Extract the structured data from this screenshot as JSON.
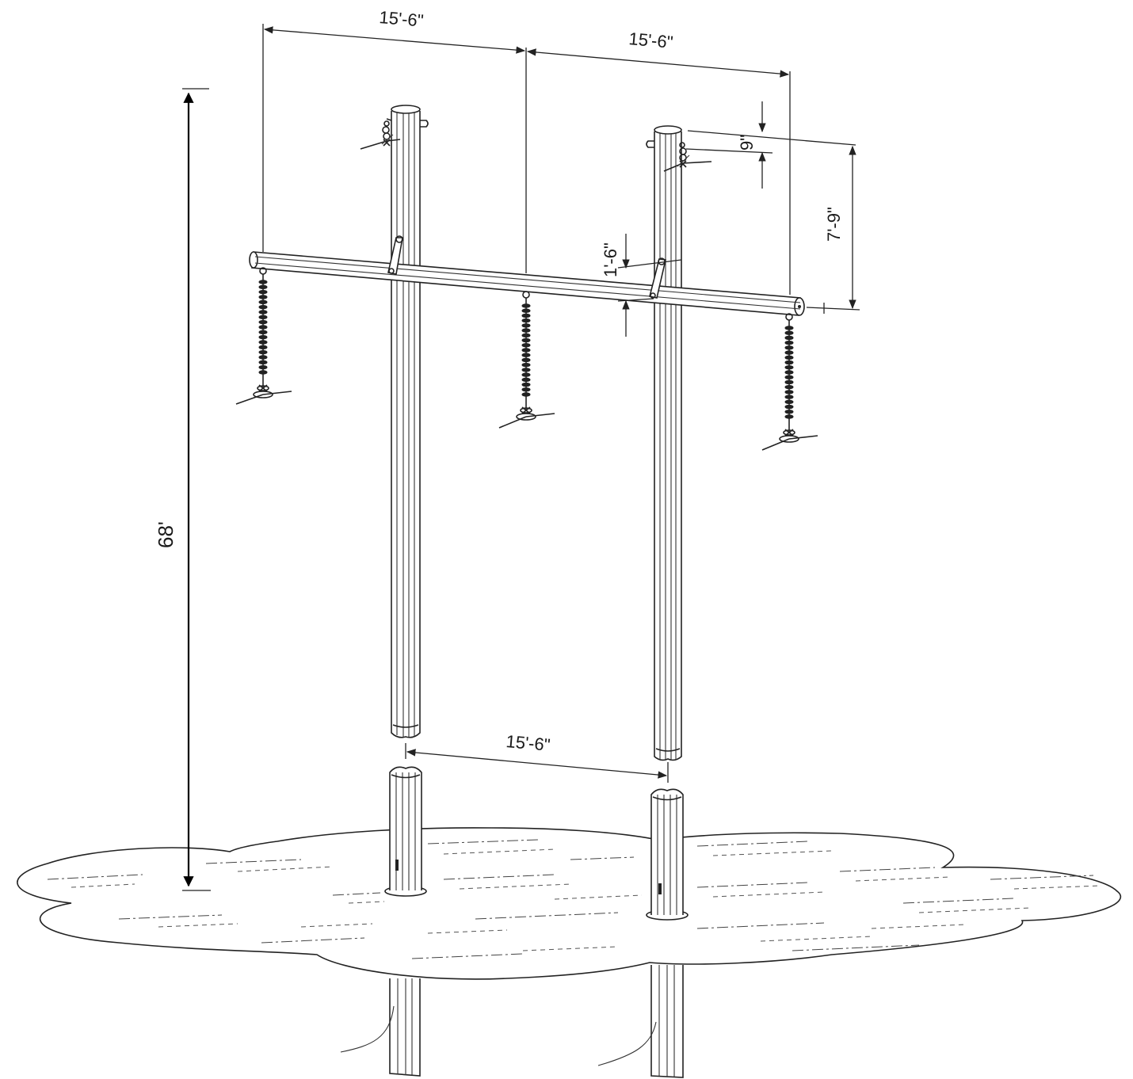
{
  "dimensions": {
    "top_left_span": "15'-6\"",
    "top_right_span": "15'-6\"",
    "pole_spacing": "15'-6\"",
    "total_height": "68'",
    "top_offset": "9\"",
    "crossarm_drop": "7'-9\"",
    "bracket_offset": "1'-6\""
  }
}
